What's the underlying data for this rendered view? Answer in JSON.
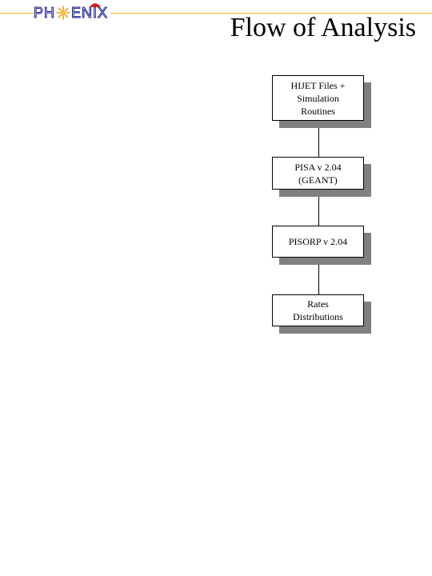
{
  "header": {
    "logo_left": "PH",
    "logo_right": "ENIX",
    "title": "Flow of Analysis",
    "rule_color": "#e3a81d",
    "logo_color": "#1a1a8c",
    "flame_color": "#cc2222",
    "star_color": "#f0a020"
  },
  "flowchart": {
    "nodes": [
      {
        "label": "HIJET Files +\nSimulation\nRoutines"
      },
      {
        "label": "PISA v 2.04\n(GEANT)"
      },
      {
        "label": "PISORP v 2.04"
      },
      {
        "label": "Rates\nDistributions"
      }
    ],
    "shadow_color": "#808080"
  }
}
